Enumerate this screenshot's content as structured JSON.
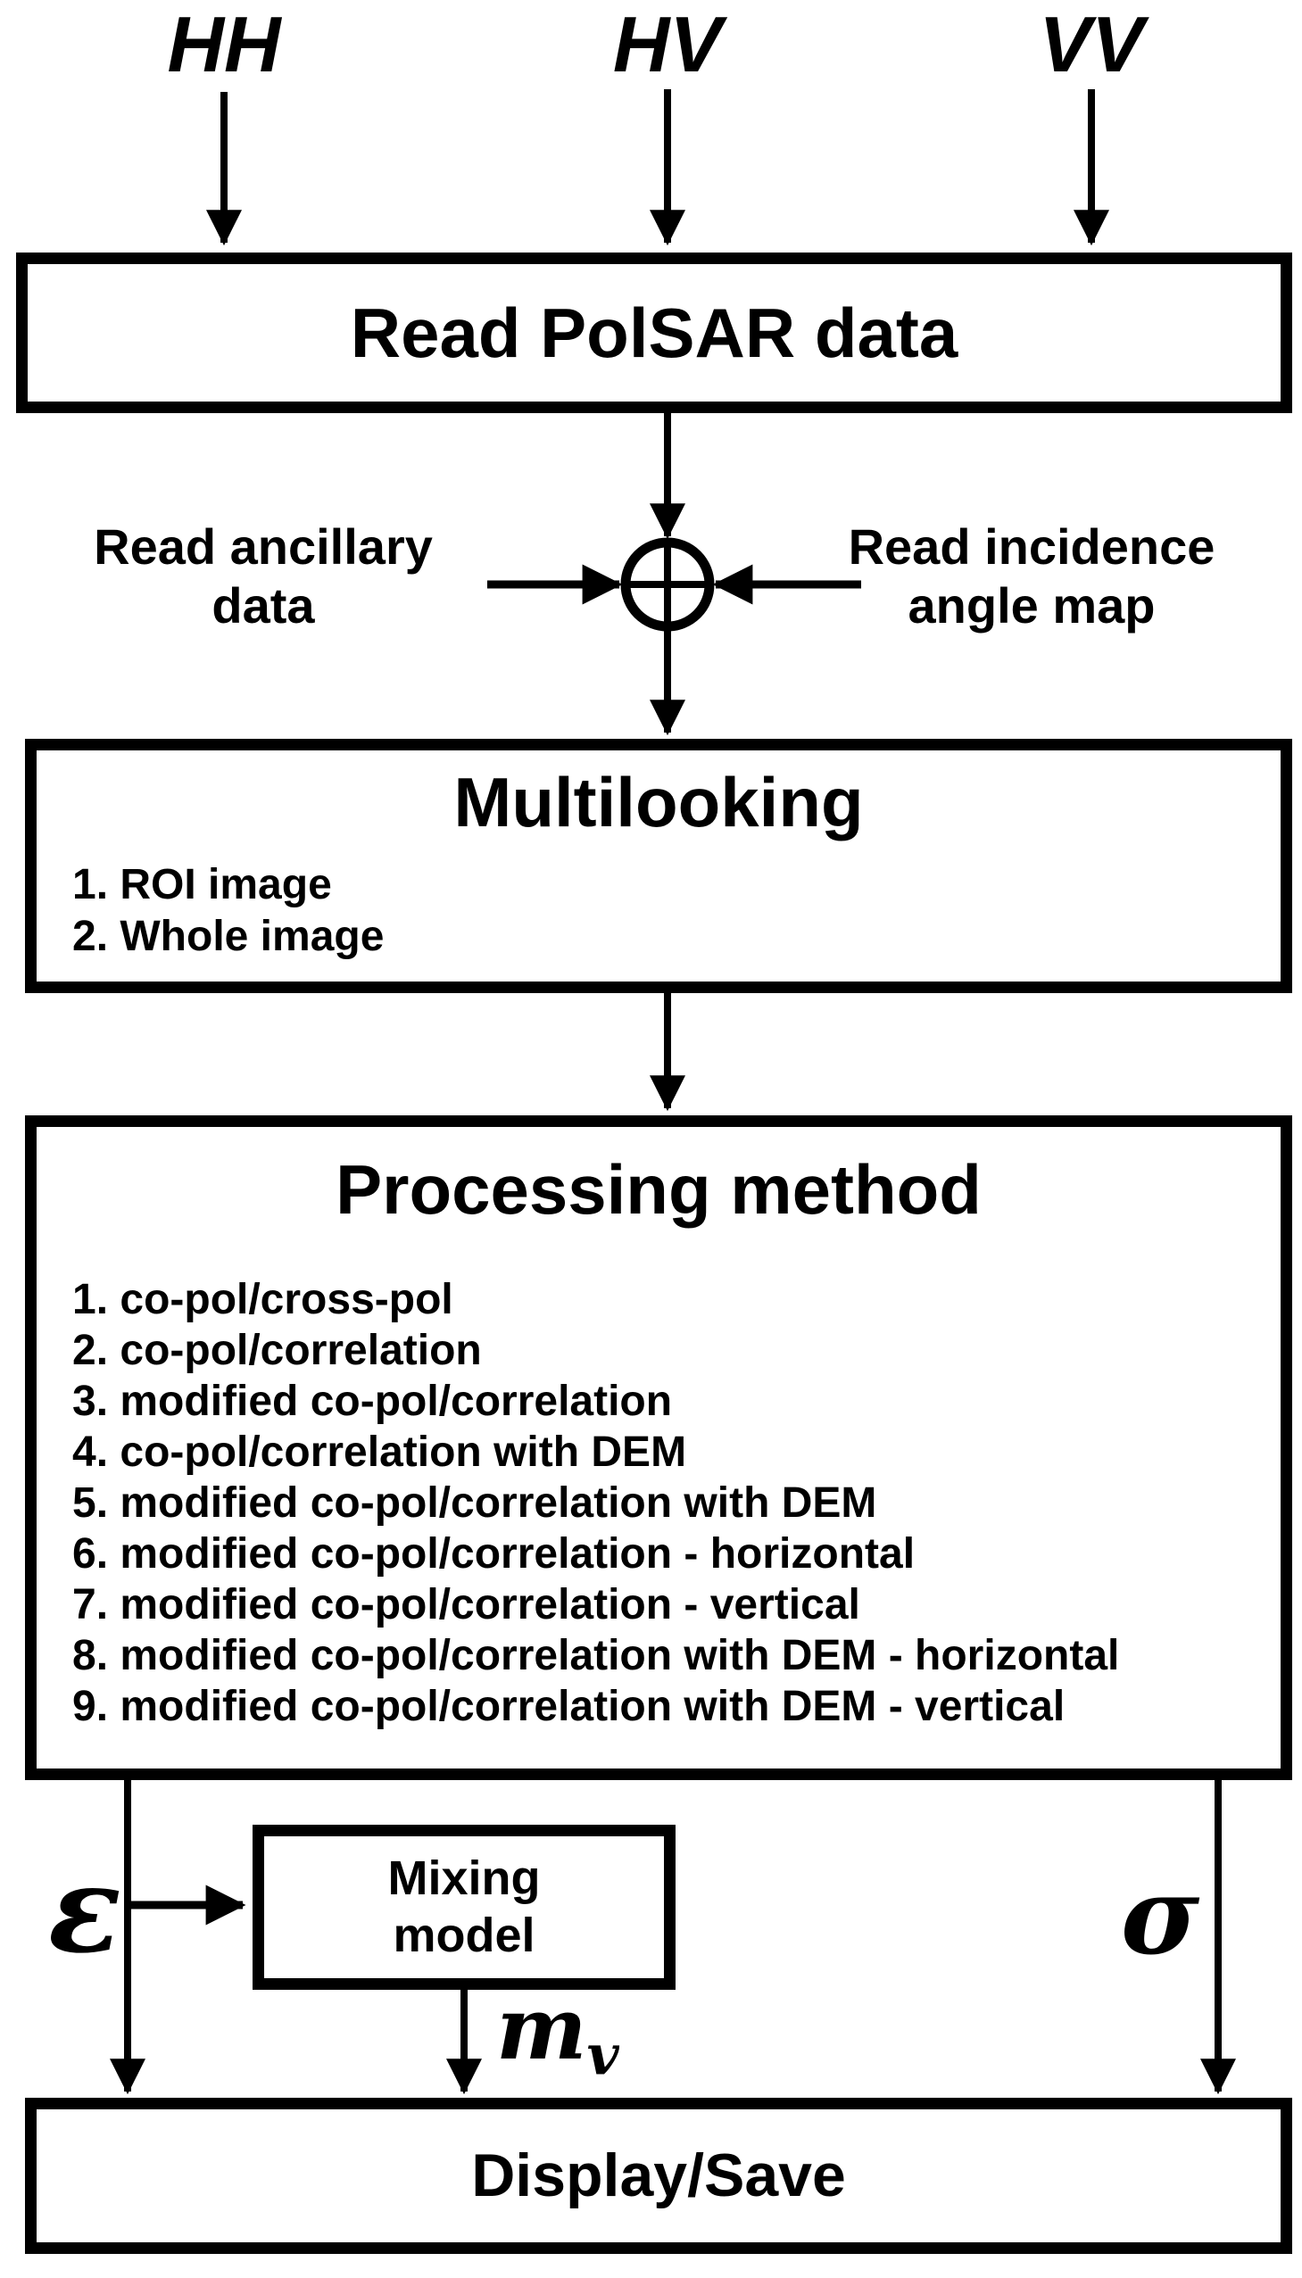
{
  "colors": {
    "ink": "#000000",
    "paper": "#ffffff"
  },
  "inputs": [
    "HH",
    "HV",
    "VV"
  ],
  "side_notes": {
    "ancillary": [
      "Read ancillary",
      "data"
    ],
    "incidence": [
      "Read incidence",
      "angle map"
    ]
  },
  "boxes": {
    "read_polsar": {
      "title": "Read PolSAR data"
    },
    "multilooking": {
      "title": "Multilooking",
      "items": [
        "1. ROI image",
        "2. Whole image"
      ]
    },
    "processing": {
      "title": "Processing method",
      "items": [
        "1. co-pol/cross-pol",
        "2. co-pol/correlation",
        "3. modified co-pol/correlation",
        "4. co-pol/correlation with DEM",
        "5. modified co-pol/correlation with DEM",
        "6. modified co-pol/correlation - horizontal",
        "7. modified co-pol/correlation - vertical",
        "8. modified co-pol/correlation with DEM - horizontal",
        "9. modified co-pol/correlation with DEM - vertical"
      ]
    },
    "mixing": {
      "lines": [
        "Mixing",
        "model"
      ]
    },
    "display_save": {
      "title": "Display/Save"
    }
  },
  "symbols": {
    "epsilon": "ε",
    "sigma": "σ",
    "soil_moisture": {
      "base": "m",
      "sub": "v"
    }
  }
}
